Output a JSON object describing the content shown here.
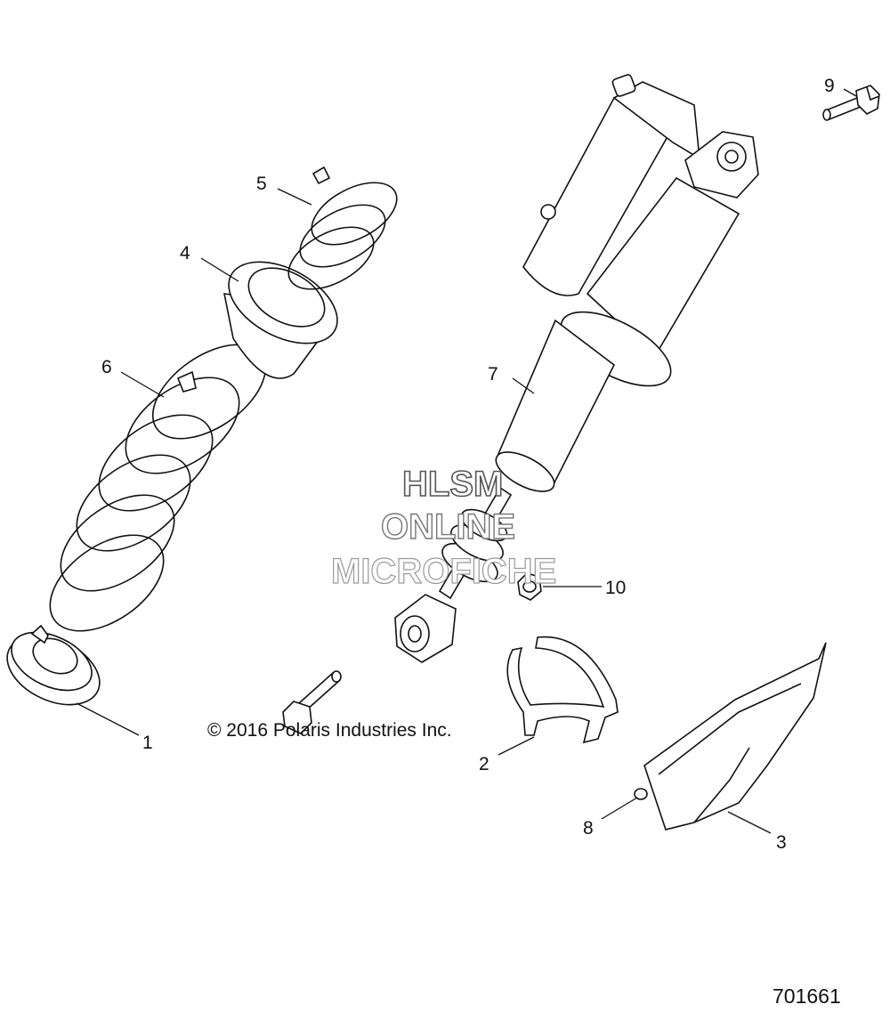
{
  "callouts": {
    "c1": "1",
    "c2": "2",
    "c3": "3",
    "c4": "4",
    "c5": "5",
    "c6": "6",
    "c7": "7",
    "c8": "8",
    "c9": "9",
    "c10": "10"
  },
  "copyright": "© 2016 Polaris Industries Inc.",
  "figure_number": "701661",
  "watermark": {
    "line1": "HLSM",
    "line2": "ONLINE",
    "line3": "MICROFICHE"
  }
}
